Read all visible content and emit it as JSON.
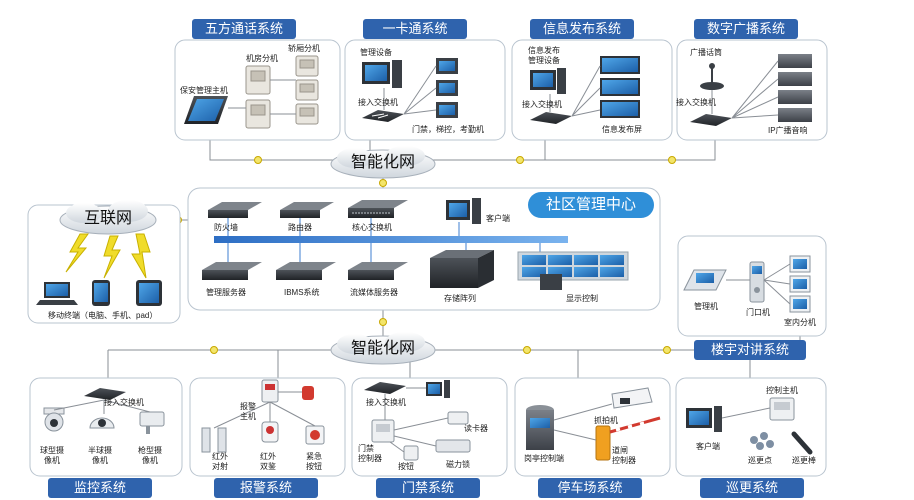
{
  "networks": {
    "top": "智能化网",
    "bottom": "智能化网",
    "internet": "互联网"
  },
  "center": {
    "title": "社区管理中心",
    "devices": {
      "firewall": "防火墙",
      "router": "路由器",
      "core_switch": "核心交换机",
      "client": "客户端",
      "mgmt_server": "管理服务器",
      "ibms": "IBMS系统",
      "media_server": "流媒体服务器",
      "storage": "存储阵列",
      "display": "显示控制"
    }
  },
  "internet_box": {
    "mobile_label": "移动终端（电脑、手机、pad）"
  },
  "five_party": {
    "title": "五方通话系统",
    "machine_room": "机房分机",
    "shaft": "轿厢分机",
    "security_host": "保安管理主机"
  },
  "card_system": {
    "title": "一卡通系统",
    "mgmt_device": "管理设备",
    "switch": "接入交换机",
    "terminals": "门禁，梯控，考勤机"
  },
  "info_release": {
    "title": "信息发布系统",
    "mgmt_device": "信息发布\n管理设备",
    "switch": "接入交换机",
    "screen": "信息发布屏"
  },
  "broadcast": {
    "title": "数字广播系统",
    "mic": "广播话筒",
    "switch": "接入交换机",
    "speaker": "IP广播音响"
  },
  "intercom": {
    "title": "楼宇对讲系统",
    "mgmt_machine": "管理机",
    "door_machine": "门口机",
    "indoor": "室内分机"
  },
  "monitor": {
    "title": "监控系统",
    "switch": "接入交换机",
    "dome": "球型摄\n像机",
    "half_dome": "半球摄\n像机",
    "bullet": "枪型摄\n像机"
  },
  "alarm": {
    "title": "报警系统",
    "host": "报警\n主机",
    "ir_beam": "红外\n对射",
    "ir_dual": "红外\n双鉴",
    "button": "紧急\n按钮"
  },
  "access": {
    "title": "门禁系统",
    "switch": "接入交换机",
    "reader": "读卡器",
    "controller": "门禁\n控制器",
    "button": "按钮",
    "lock": "磁力锁"
  },
  "parking": {
    "title": "停车场系统",
    "camera": "抓拍机",
    "booth": "岗亭控制端",
    "gate": "道闸\n控制器"
  },
  "patrol": {
    "title": "巡更系统",
    "host": "控制主机",
    "client": "客户端",
    "point": "巡更点",
    "stick": "巡更棒"
  },
  "colors": {
    "title_bar": "#2f63ad",
    "backbone": "#3f7fd0",
    "lightning": "#e6cf1a",
    "connector": "#c8a800"
  }
}
